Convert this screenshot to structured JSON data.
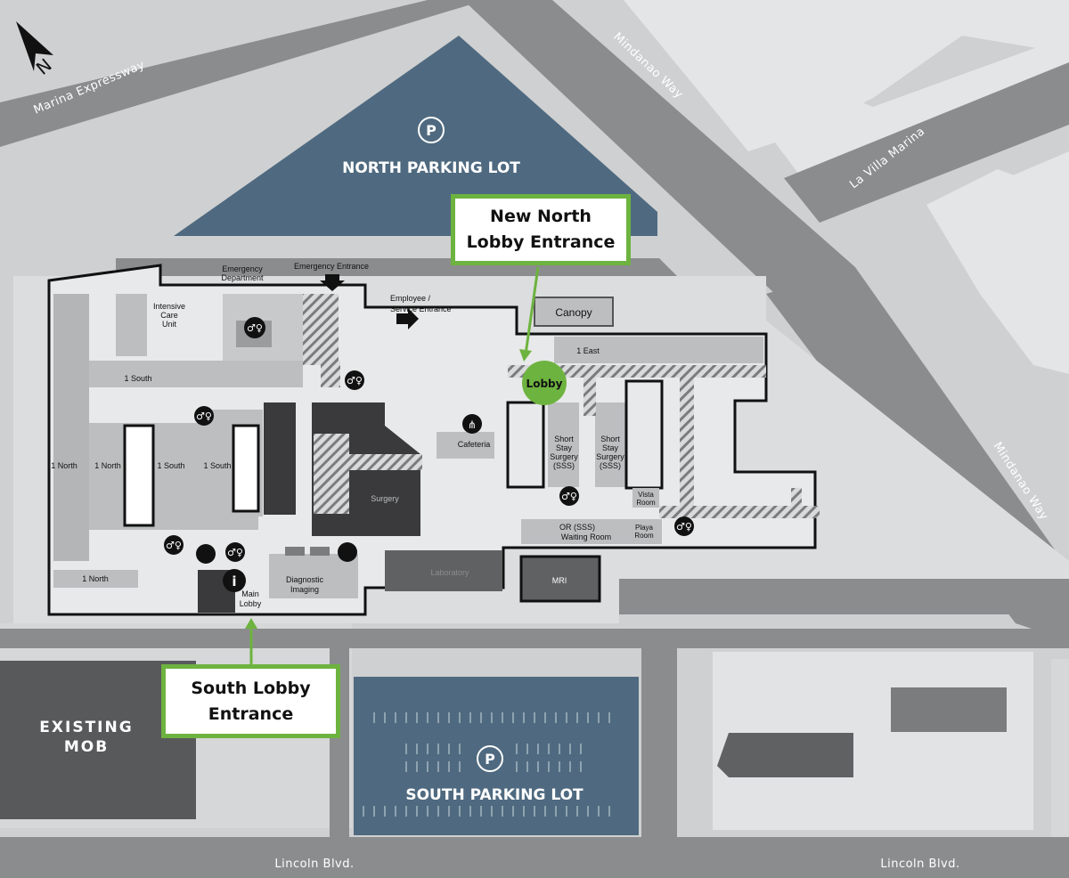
{
  "streets": {
    "marina_expressway": "Marina Expressway",
    "mindanao_way_north": "Mindanao Way",
    "la_villa_marina": "La Villa Marina",
    "mindanao_way_east": "Mindanao Way",
    "lincoln_blvd_left": "Lincoln Blvd.",
    "lincoln_blvd_right": "Lincoln Blvd."
  },
  "parking": {
    "north_label": "NORTH PARKING LOT",
    "south_label": "SOUTH PARKING LOT",
    "symbol": "P"
  },
  "north_arrow_letter": "N",
  "existing_mob": {
    "line1": "EXISTING",
    "line2": "MOB"
  },
  "callouts": {
    "north_entrance": {
      "line1": "New North",
      "line2": "Lobby Entrance"
    },
    "south_entrance": {
      "line1": "South Lobby",
      "line2": "Entrance"
    }
  },
  "lobby_badge": "Lobby",
  "canopy": "Canopy",
  "rooms": {
    "emergency_department_1": "Emergency",
    "emergency_department_2": "Department",
    "emergency_entrance": "Emergency Entrance",
    "employee_entrance_1": "Employee /",
    "employee_entrance_2": "Service Entrance",
    "icu_1": "Intensive",
    "icu_2": "Care",
    "icu_3": "Unit",
    "one_south_top": "1 South",
    "one_east": "1 East",
    "one_north_west": "1 North",
    "one_north_mid": "1 North",
    "one_south_mid": "1 South",
    "one_south_c": "1 South",
    "one_north_bottom": "1 North",
    "surgery": "Surgery",
    "cafeteria": "Cafeteria",
    "sss_1a": "Short",
    "sss_1b": "Stay",
    "sss_1c": "Surgery",
    "sss_1d": "(SSS)",
    "sss_2a": "Short",
    "sss_2b": "Stay",
    "sss_2c": "Surgery",
    "sss_2d": "(SSS)",
    "vista_1": "Vista",
    "vista_2": "Room",
    "or_waiting_1": "OR (SSS)",
    "or_waiting_2": "Waiting Room",
    "playa_1": "Playa",
    "playa_2": "Room",
    "laboratory": "Laboratory",
    "mri": "MRI",
    "diagnostic_1": "Diagnostic",
    "diagnostic_2": "Imaging",
    "main_lobby_1": "Main",
    "main_lobby_2": "Lobby",
    "info": "i"
  },
  "icons": [
    "restroom-icon",
    "dining-icon",
    "stairs-icon",
    "info-icon",
    "entrance-arrow-icon",
    "parking-icon",
    "north-arrow-icon"
  ],
  "colors": {
    "background": "#cfd0d1",
    "road": "#8a8c8e",
    "parking_lot": "#4f6a80",
    "building": "#e6e7e8",
    "room_gray": "#bcbec0",
    "dark_block": "#3a3a3c",
    "callout_border": "#6db33f",
    "lobby_badge": "#6db33f"
  }
}
